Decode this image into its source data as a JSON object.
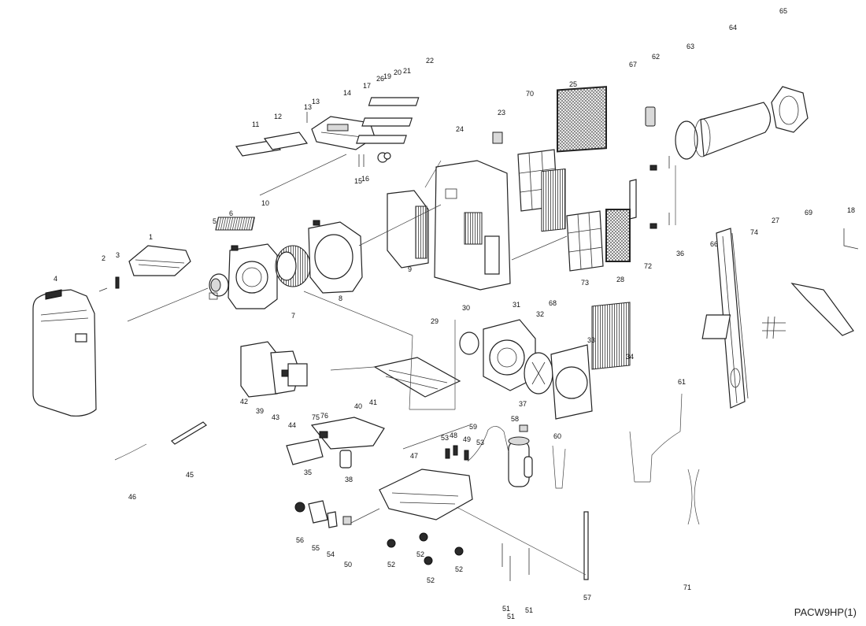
{
  "caption": "PACW9HP(1)",
  "labels": [
    "1",
    "2",
    "3",
    "4",
    "5",
    "6",
    "7",
    "8",
    "9",
    "10",
    "11",
    "12",
    "13",
    "13",
    "14",
    "15",
    "16",
    "17",
    "18",
    "19",
    "20",
    "21",
    "22",
    "23",
    "24",
    "25",
    "26",
    "27",
    "28",
    "29",
    "30",
    "31",
    "32",
    "33",
    "34",
    "35",
    "36",
    "37",
    "38",
    "39",
    "40",
    "41",
    "42",
    "43",
    "44",
    "45",
    "46",
    "47",
    "48",
    "49",
    "50",
    "51",
    "51",
    "51",
    "52",
    "52",
    "52",
    "52",
    "53",
    "53",
    "54",
    "55",
    "56",
    "57",
    "58",
    "59",
    "60",
    "61",
    "62",
    "63",
    "64",
    "65",
    "66",
    "67",
    "68",
    "69",
    "70",
    "71",
    "72",
    "73",
    "74",
    "75",
    "76"
  ]
}
